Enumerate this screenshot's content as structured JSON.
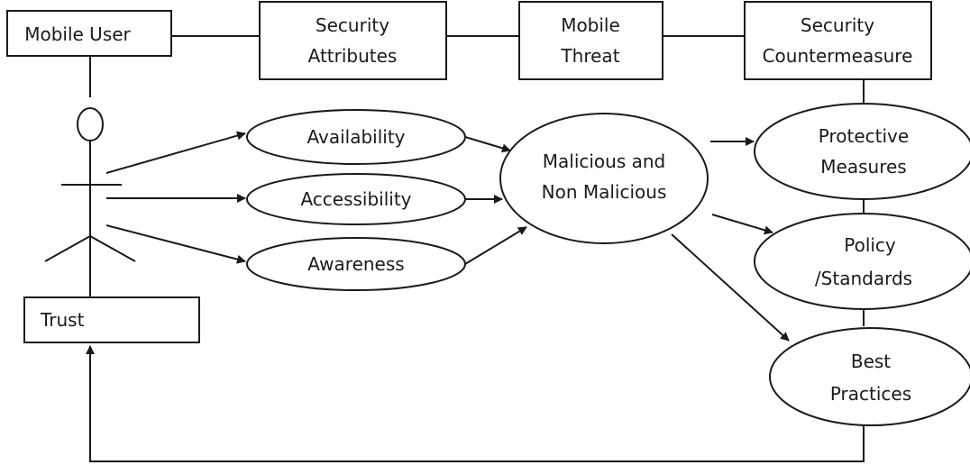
{
  "boxes": {
    "mobile_user": "Mobile User",
    "security_attributes": [
      "Security",
      "Attributes"
    ],
    "mobile_threat": [
      "Mobile",
      "Threat"
    ],
    "security_countermeasure": [
      "Security",
      "Countermeasure"
    ],
    "trust": "Trust"
  },
  "attributes": {
    "availability": "Availability",
    "accessibility": "Accessibility",
    "awareness": "Awareness"
  },
  "threat": [
    "Malicious and",
    "Non Malicious"
  ],
  "measures": {
    "protective": [
      "Protective",
      "Measures"
    ],
    "policy": [
      "Policy",
      "/Standards"
    ],
    "best_practices": [
      "Best",
      "Practices"
    ]
  }
}
